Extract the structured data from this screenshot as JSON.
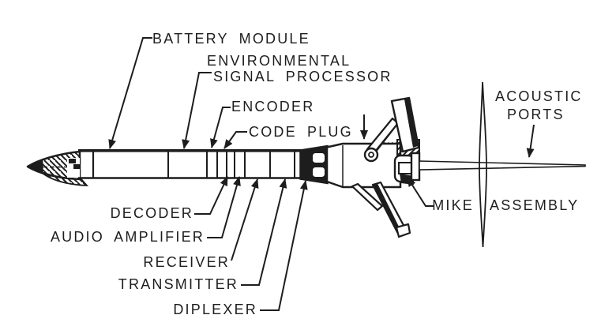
{
  "diagram": {
    "colors": {
      "background": "#ffffff",
      "ink": "#1d1d1d"
    },
    "callouts": {
      "battery_module": "BATTERY MODULE",
      "environmental_signal_processor_line1": "ENVIRONMENTAL",
      "environmental_signal_processor_line2": "SIGNAL PROCESSOR",
      "encoder": "ENCODER",
      "code_plug": "CODE PLUG",
      "acoustic_ports_line1": "ACOUSTIC",
      "acoustic_ports_line2": "PORTS",
      "mike_assembly_word1": "MIKE",
      "mike_assembly_word2": "ASSEMBLY",
      "decoder": "DECODER",
      "audio_amplifier": "AUDIO AMPLIFIER",
      "receiver": "RECEIVER",
      "transmitter": "TRANSMITTER",
      "diplexer": "DIPLEXER"
    }
  }
}
